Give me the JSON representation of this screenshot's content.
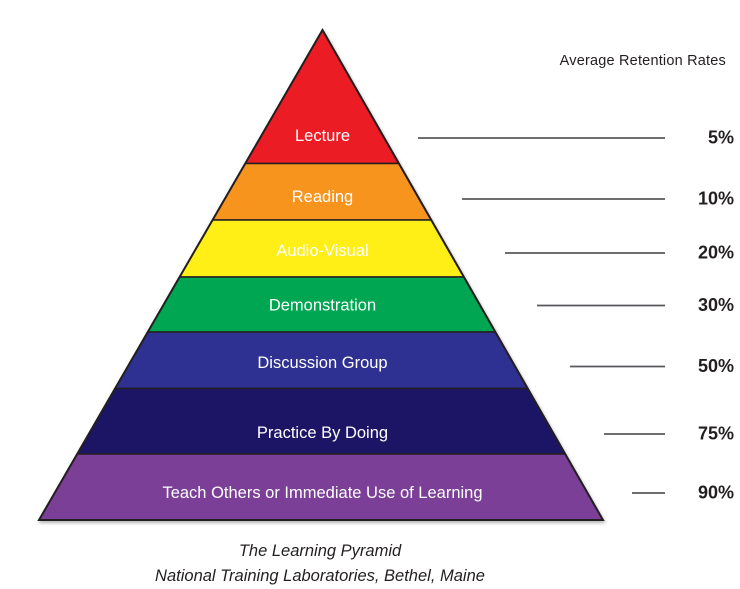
{
  "header": {
    "title": "Average Retention Rates"
  },
  "caption": {
    "line1": "The Learning Pyramid",
    "line2": "National Training Laboratories, Bethel, Maine"
  },
  "chart_data": {
    "type": "pyramid",
    "title": "The Learning Pyramid",
    "source": "National Training Laboratories, Bethel, Maine",
    "value_axis_label": "Average Retention Rates",
    "layers": [
      {
        "label": "Lecture",
        "retention_rate": "5%",
        "value": 5,
        "color": "#ec1c24"
      },
      {
        "label": "Reading",
        "retention_rate": "10%",
        "value": 10,
        "color": "#f7941e"
      },
      {
        "label": "Audio-Visual",
        "retention_rate": "20%",
        "value": 20,
        "color": "#ffef17"
      },
      {
        "label": "Demonstration",
        "retention_rate": "30%",
        "value": 30,
        "color": "#00a651"
      },
      {
        "label": "Discussion Group",
        "retention_rate": "50%",
        "value": 50,
        "color": "#2e3192"
      },
      {
        "label": "Practice By Doing",
        "retention_rate": "75%",
        "value": 75,
        "color": "#1c1566"
      },
      {
        "label": "Teach Others or Immediate Use of Learning",
        "retention_rate": "90%",
        "value": 90,
        "color": "#7b3f98"
      }
    ],
    "layer_label_color": "#ffffff",
    "outline_color": "#231f20",
    "leader_line_color": "#58595b",
    "rate_text_color": "#231f20"
  }
}
